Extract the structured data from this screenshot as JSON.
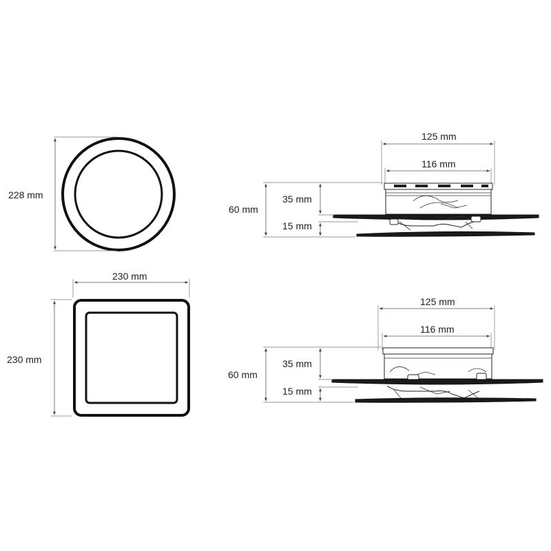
{
  "round_view": {
    "height_label": "228 mm"
  },
  "square_view": {
    "width_label": "230 mm",
    "height_label": "230 mm"
  },
  "side_view_top": {
    "outer_width_label": "125 mm",
    "inner_width_label": "116 mm",
    "total_height_label": "60 mm",
    "upper_height_label": "35 mm",
    "lower_height_label": "15 mm"
  },
  "side_view_bottom": {
    "outer_width_label": "125 mm",
    "inner_width_label": "116 mm",
    "total_height_label": "60 mm",
    "upper_height_label": "35 mm",
    "lower_height_label": "15 mm"
  }
}
